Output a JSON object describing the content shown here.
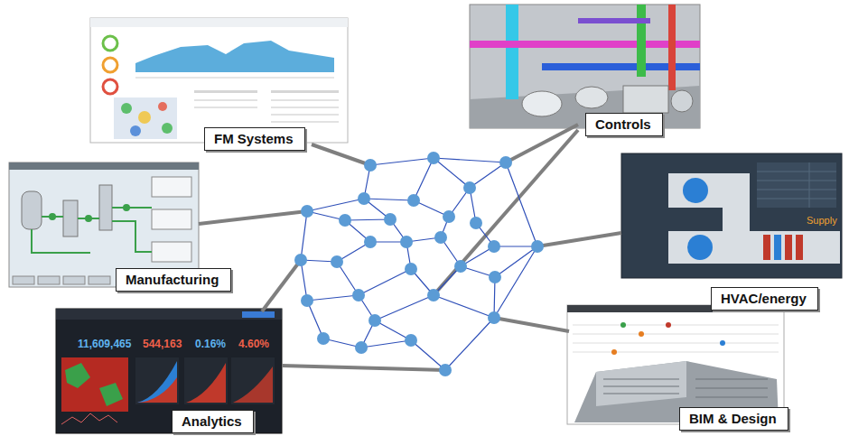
{
  "diagram": {
    "nodes": [
      {
        "text": [
          "FM Systems"
        ]
      },
      {
        "text": [
          "Controls"
        ]
      },
      {
        "text": [
          "Manufacturing"
        ]
      },
      {
        "text": [
          "HVAC/energy"
        ]
      },
      {
        "text": [
          "Analytics"
        ]
      },
      {
        "text": [
          "BIM & Design"
        ]
      }
    ],
    "labels": [
      "Supply",
      "11,609,465",
      "544,163",
      "0.16%",
      "4.60%"
    ]
  }
}
